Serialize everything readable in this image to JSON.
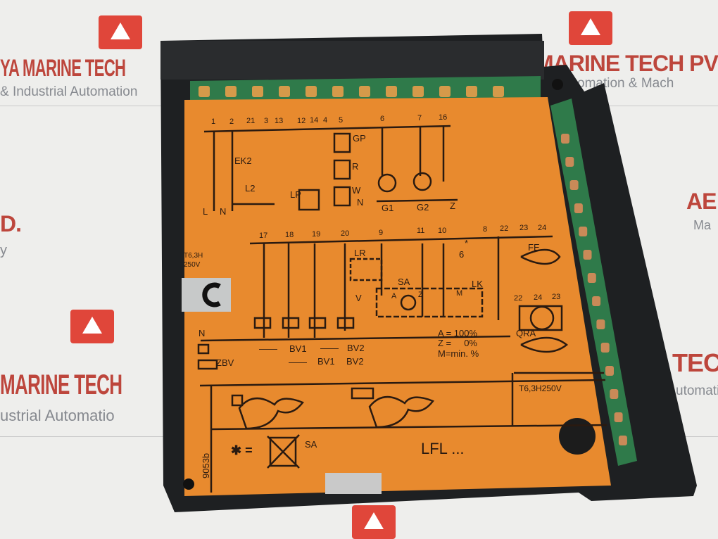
{
  "watermark": {
    "lines": [
      "YA MARINE TECH",
      "& Industrial Automation",
      "MARINE TECH PVT. L",
      "omation & Mach",
      "MARINE TECH",
      "ustrial Automatio",
      "AE",
      "Ma",
      "TECH",
      "utomati",
      "D.",
      "y"
    ],
    "brand_color": "#e0463a"
  },
  "plate": {
    "top_terminals": [
      "1",
      "2",
      "21",
      "3",
      "13",
      "12",
      "14",
      "4",
      "5",
      "6",
      "7",
      "16"
    ],
    "top_labels": {
      "gp": "GP",
      "r": "R",
      "w": "W",
      "ek2": "EK2",
      "l2": "L2",
      "lp": "LP",
      "n_motor": "N",
      "g1": "G1",
      "g2": "G2",
      "z": "Z",
      "l": "L",
      "n": "N"
    },
    "mid_terminals": [
      "17",
      "18",
      "19",
      "20",
      "9",
      "11",
      "10",
      "8",
      "22",
      "23",
      "24"
    ],
    "fuse": {
      "line1": "T6,3H",
      "line2": "250V"
    },
    "mid_labels": {
      "lr": "LR",
      "six": "6",
      "star": "*",
      "fe": "FE",
      "sa": "SA",
      "lk": "LK",
      "v": "V",
      "a": "A",
      "z": "Z",
      "m": "M",
      "qra": "QRA",
      "n": "N"
    },
    "qra_terminals": [
      "22",
      "24",
      "23"
    ],
    "legend": [
      "A = 100%",
      "Z =     0%",
      "M=min. %"
    ],
    "valves_row1": [
      "——",
      "BV1",
      "——",
      "BV2"
    ],
    "valves_row2": [
      "ZBV",
      "——",
      "BV1",
      "BV2"
    ],
    "fuse_rating": "T6,3H250V",
    "code": "9053b",
    "sa_note": {
      "star": "✱ =",
      "label": "SA"
    },
    "model": "LFL ...",
    "plate_color": "#e88a2e",
    "housing_color": "#1e2022",
    "pcb_color": "#2f7a4a"
  }
}
